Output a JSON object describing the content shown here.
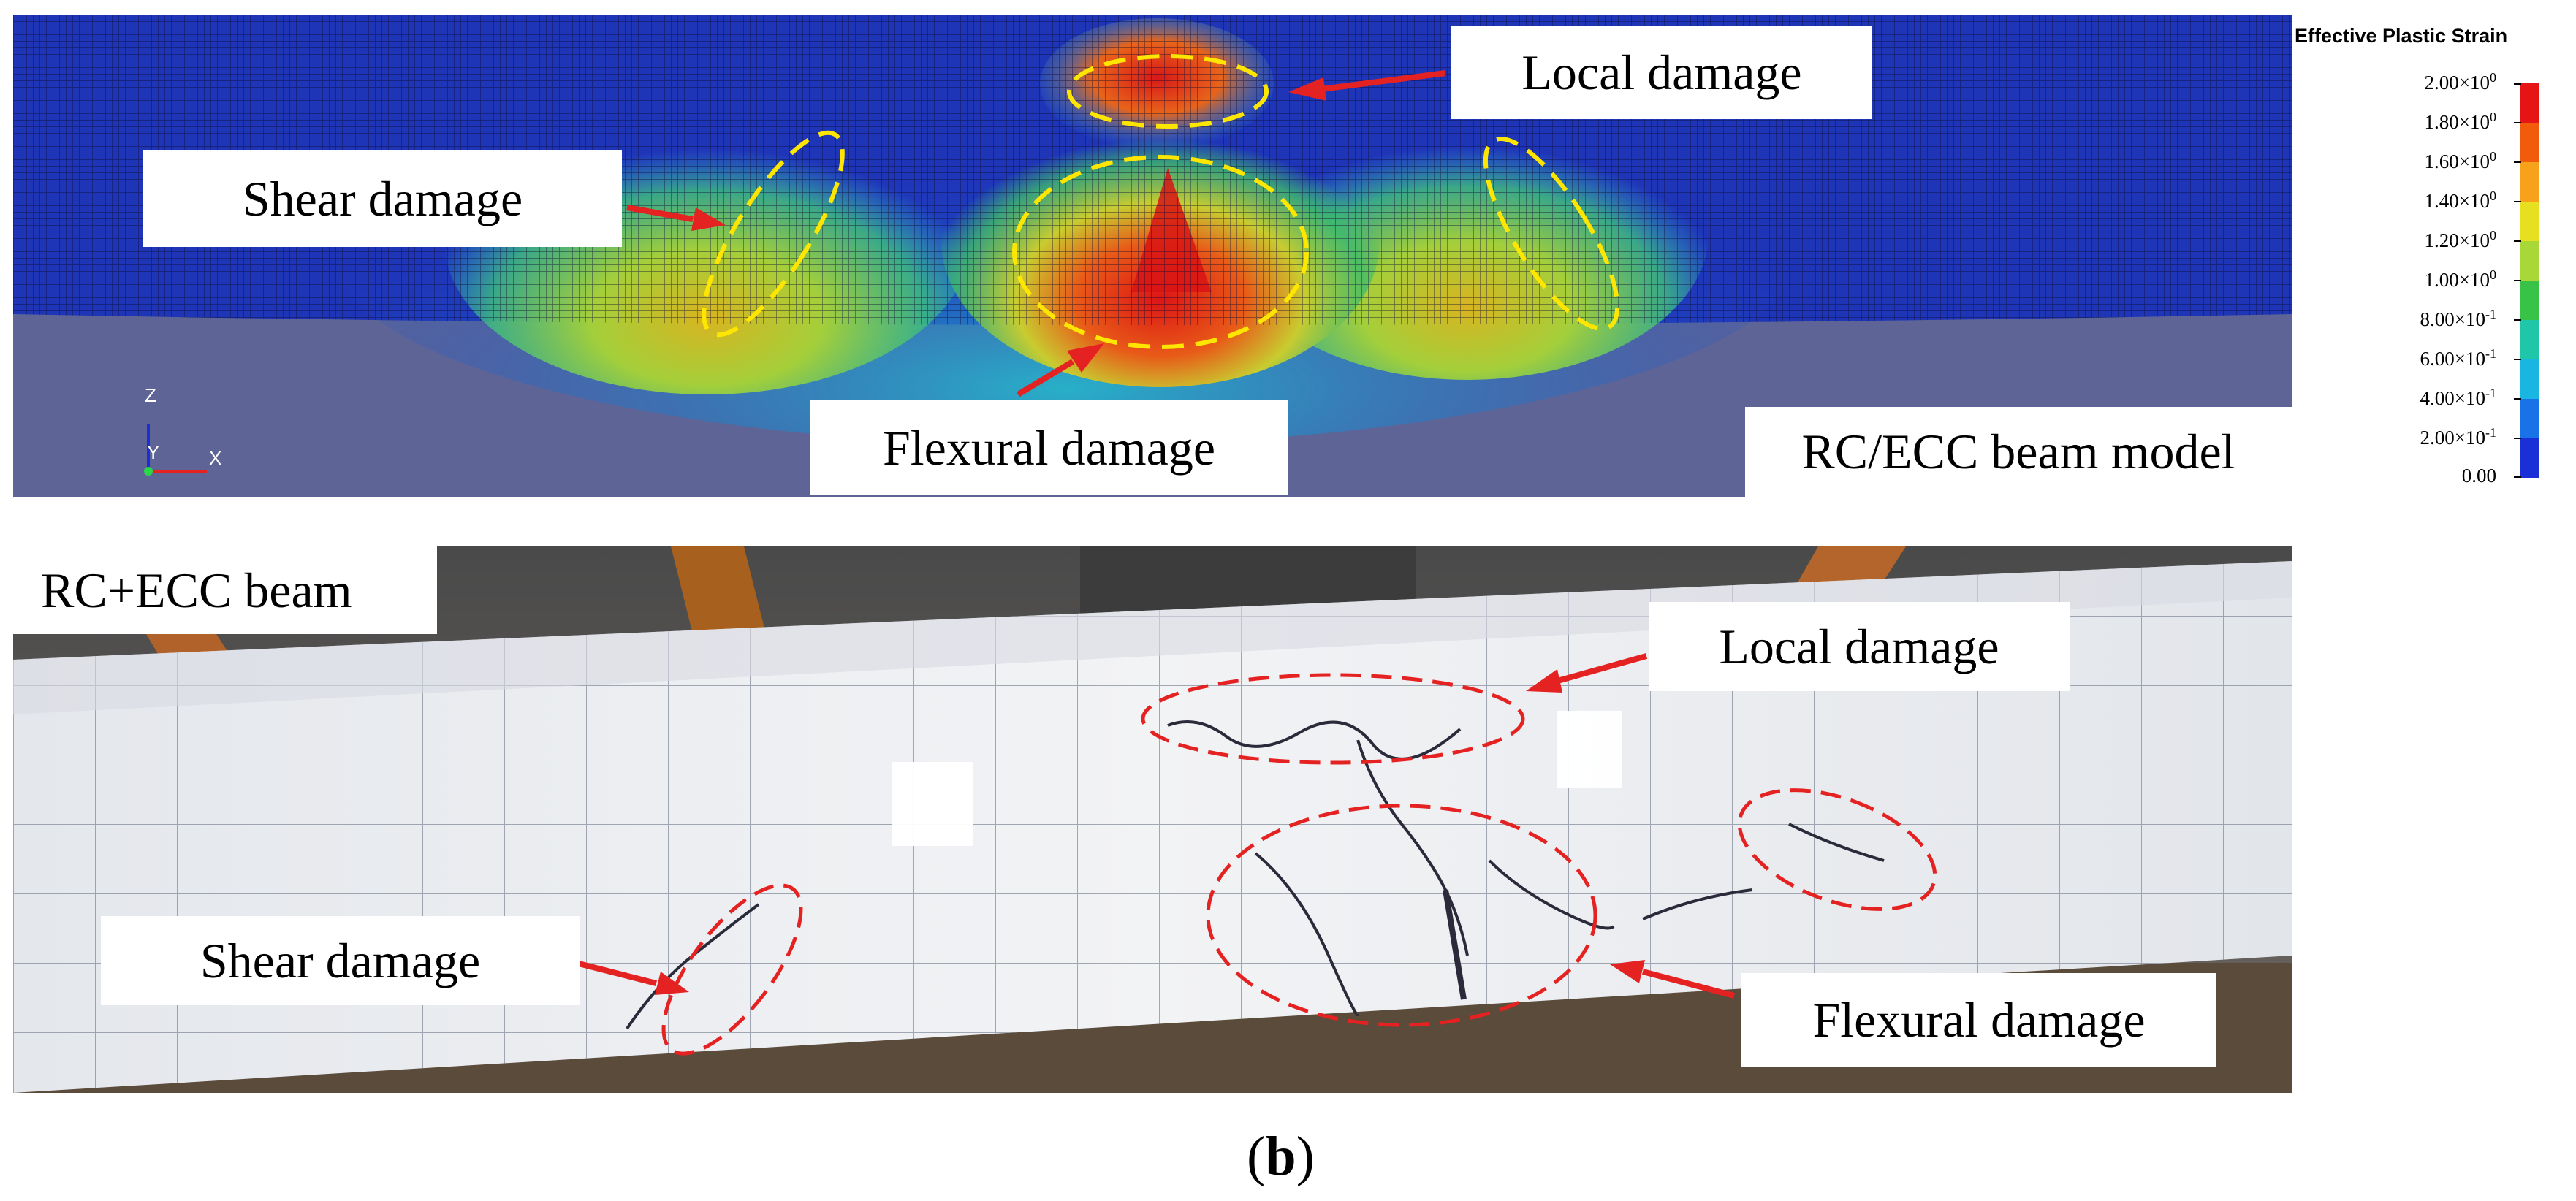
{
  "figure": {
    "panel_label": "(b)",
    "panel_label_letter": "b"
  },
  "simulation": {
    "model_label": "RC/ECC beam model",
    "annotations": {
      "local": "Local damage",
      "shear": "Shear damage",
      "flexural": "Flexural damage"
    },
    "axes": {
      "z": "Z",
      "y": "Y",
      "x": "X"
    },
    "colors": {
      "background": "#5d6495",
      "highlight_ellipse": "#ffe600",
      "arrow": "#e52222"
    }
  },
  "legend": {
    "title": "Effective Plastic Strain",
    "ticks": [
      {
        "mantissa": "2.00×10",
        "exp": "0"
      },
      {
        "mantissa": "1.80×10",
        "exp": "0"
      },
      {
        "mantissa": "1.60×10",
        "exp": "0"
      },
      {
        "mantissa": "1.40×10",
        "exp": "0"
      },
      {
        "mantissa": "1.20×10",
        "exp": "0"
      },
      {
        "mantissa": "1.00×10",
        "exp": "0"
      },
      {
        "mantissa": "8.00×10",
        "exp": "-1"
      },
      {
        "mantissa": "6.00×10",
        "exp": "-1"
      },
      {
        "mantissa": "4.00×10",
        "exp": "-1"
      },
      {
        "mantissa": "2.00×10",
        "exp": "-1"
      },
      {
        "mantissa": "0.00",
        "exp": ""
      }
    ],
    "colors": [
      "#e61414",
      "#f25a0c",
      "#f7a21a",
      "#e6e020",
      "#a8d838",
      "#38c248",
      "#20c6a8",
      "#18b6e0",
      "#1a72e8",
      "#1a2fd6"
    ]
  },
  "photo": {
    "beam_label": "RC+ECC beam",
    "annotations": {
      "local": "Local damage",
      "shear": "Shear damage",
      "flexural": "Flexural damage"
    },
    "colors": {
      "ellipse": "#e52222",
      "arrow": "#e52222"
    }
  }
}
